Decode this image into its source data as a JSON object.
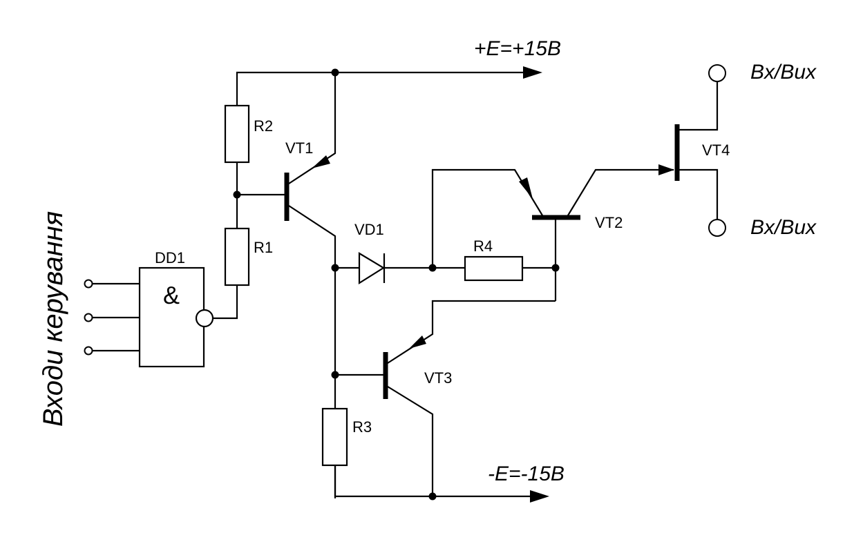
{
  "supply": {
    "positive": "+E=+15B",
    "negative": "-E=-15B"
  },
  "side_label": "Входи керування",
  "gate": {
    "name": "DD1",
    "symbol": "&"
  },
  "components": {
    "r1": "R1",
    "r2": "R2",
    "r3": "R3",
    "r4": "R4",
    "vd1": "VD1",
    "vt1": "VT1",
    "vt2": "VT2",
    "vt3": "VT3",
    "vt4": "VT4"
  },
  "terminals": {
    "top": "Bx/Bux",
    "bottom": "Bx/Bux"
  }
}
